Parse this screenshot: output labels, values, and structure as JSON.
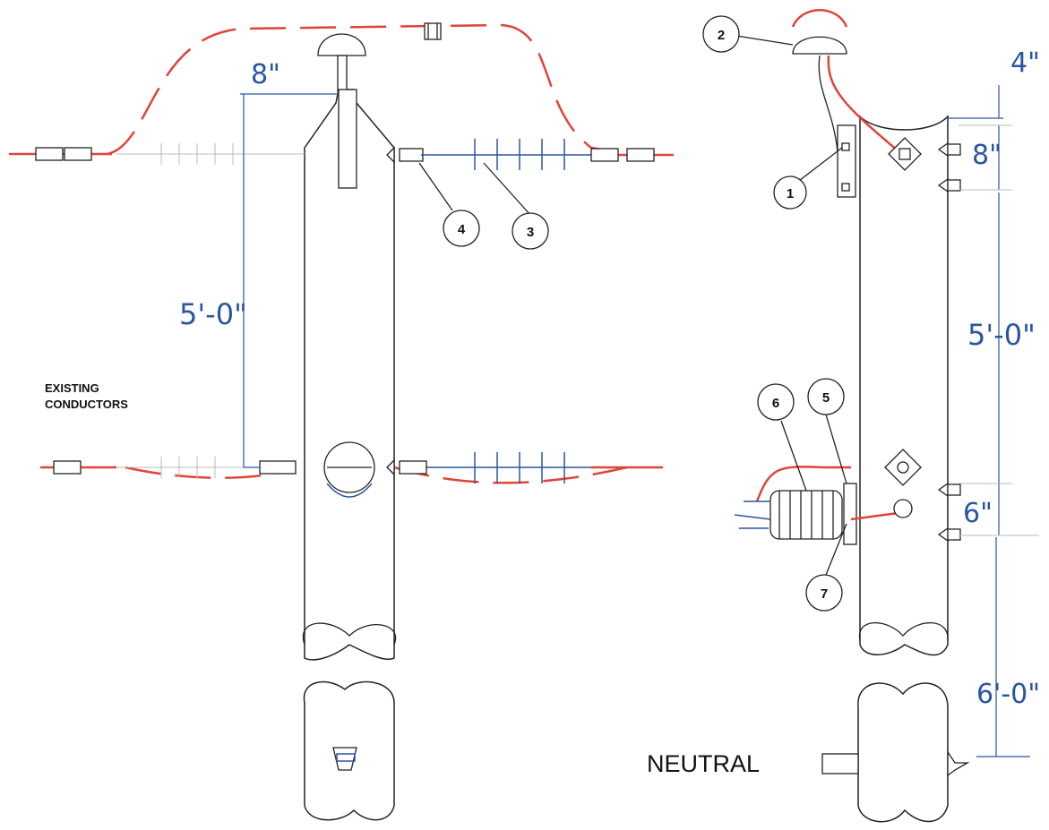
{
  "dimensions": {
    "left_top": "8\"",
    "left_mid": "5'-0\"",
    "right_top": "4\"",
    "right_top2": "8\"",
    "right_mid": "5'-0\"",
    "right_low": "6\"",
    "right_bottom": "6'-0\""
  },
  "labels": {
    "existing_line1": "EXISTING",
    "existing_line2": "CONDUCTORS",
    "neutral": "NEUTRAL"
  },
  "callouts": [
    "1",
    "2",
    "3",
    "4",
    "5",
    "6",
    "7"
  ],
  "colors": {
    "conductor": "#e0443a",
    "dimension": "#2a55a3",
    "outline": "#222222"
  }
}
